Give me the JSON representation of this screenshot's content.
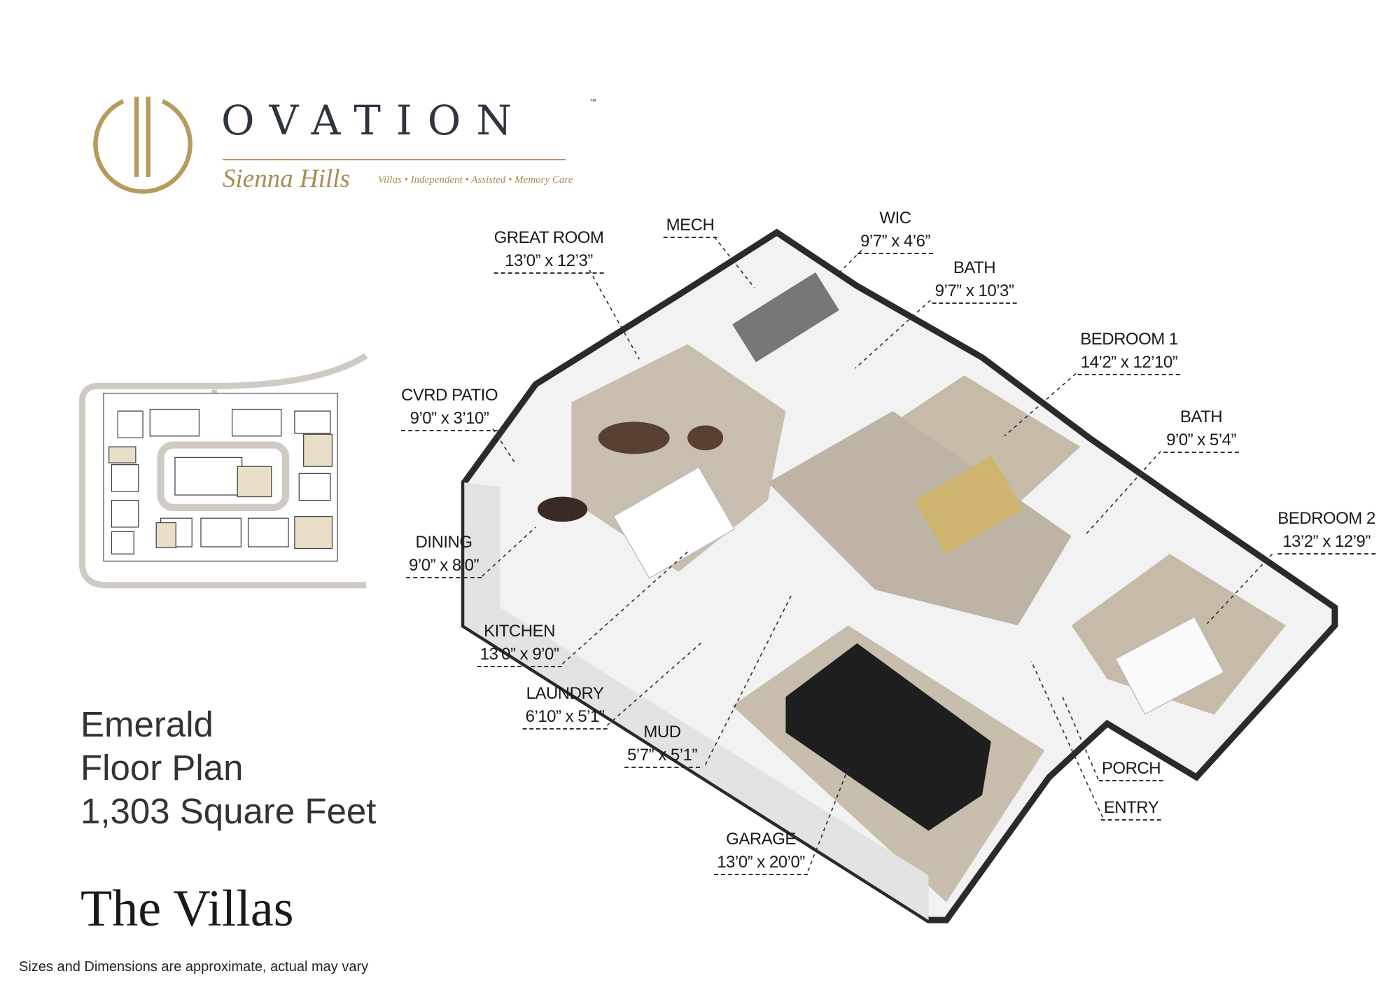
{
  "logo": {
    "brand": "OVATION",
    "trademark": "™",
    "community": "Sienna Hills",
    "tagline": "Villas • Independent • Assisted • Memory Care",
    "colors": {
      "gold": "#b69a5e",
      "navy": "#2f3540"
    }
  },
  "plan_info": {
    "name": "Emerald",
    "type": "Floor Plan",
    "size": "1,303 Square Feet",
    "collection": "The Villas",
    "disclaimer": "Sizes and Dimensions are approximate, actual may vary"
  },
  "rooms": [
    {
      "name": "GREAT ROOM",
      "dims": "13’0” x 12’3”"
    },
    {
      "name": "MECH",
      "dims": ""
    },
    {
      "name": "WIC",
      "dims": "9’7” x 4’6”"
    },
    {
      "name": "BATH",
      "dims": "9’7” x 10’3”"
    },
    {
      "name": "BEDROOM 1",
      "dims": "14’2” x 12’10”"
    },
    {
      "name": "BATH",
      "dims": "9’0” x 5’4”"
    },
    {
      "name": "BEDROOM 2",
      "dims": "13’2” x 12’9”"
    },
    {
      "name": "CVRD PATIO",
      "dims": "9’0” x 3’10”"
    },
    {
      "name": "DINING",
      "dims": "9’0” x 8’0”"
    },
    {
      "name": "KITCHEN",
      "dims": "13’0” x 9’0”"
    },
    {
      "name": "LAUNDRY",
      "dims": "6’10” x 5’1”"
    },
    {
      "name": "MUD",
      "dims": "5’7” x 5’1”"
    },
    {
      "name": "GARAGE",
      "dims": "13’0” x 20’0”"
    },
    {
      "name": "PORCH",
      "dims": ""
    },
    {
      "name": "ENTRY",
      "dims": ""
    }
  ]
}
